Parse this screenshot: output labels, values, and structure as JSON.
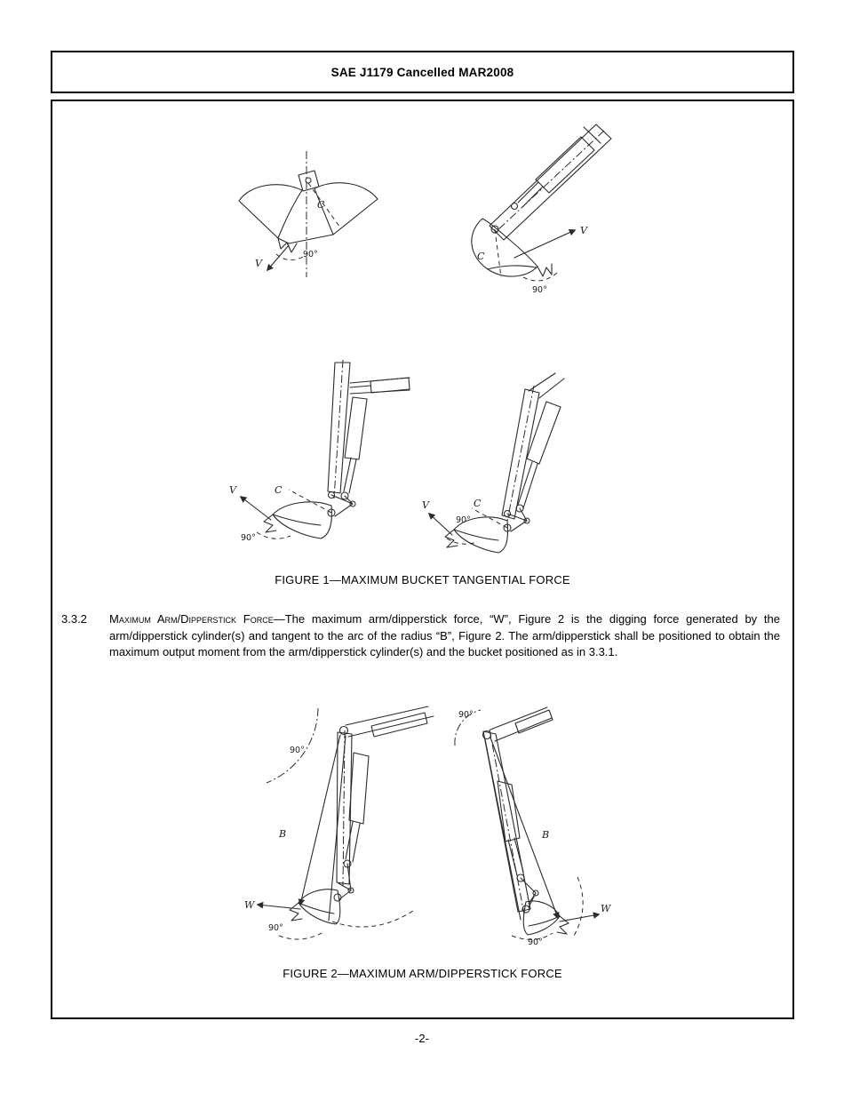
{
  "header": {
    "title": "SAE J1179 Cancelled MAR2008"
  },
  "figure1": {
    "caption": "FIGURE 1—MAXIMUM BUCKET TANGENTIAL FORCE",
    "labels": {
      "force": "V",
      "radius": "C",
      "angle": "90°"
    }
  },
  "section_3_3_2": {
    "number": "3.3.2",
    "heading": "Maximum Arm/Dipperstick Force",
    "body": "—The maximum arm/dipperstick force, “W”, Figure 2 is the digging force generated by the arm/dipperstick cylinder(s) and tangent to the arc of the radius “B”, Figure 2. The arm/dipperstick shall be positioned to obtain the maximum output moment from the arm/dipperstick cylinder(s) and the bucket positioned as in 3.3.1."
  },
  "figure2": {
    "caption": "FIGURE 2—MAXIMUM ARM/DIPPERSTICK FORCE",
    "labels": {
      "force": "W",
      "radius": "B",
      "angle": "90°"
    }
  },
  "footer": {
    "page_number": "-2-"
  }
}
